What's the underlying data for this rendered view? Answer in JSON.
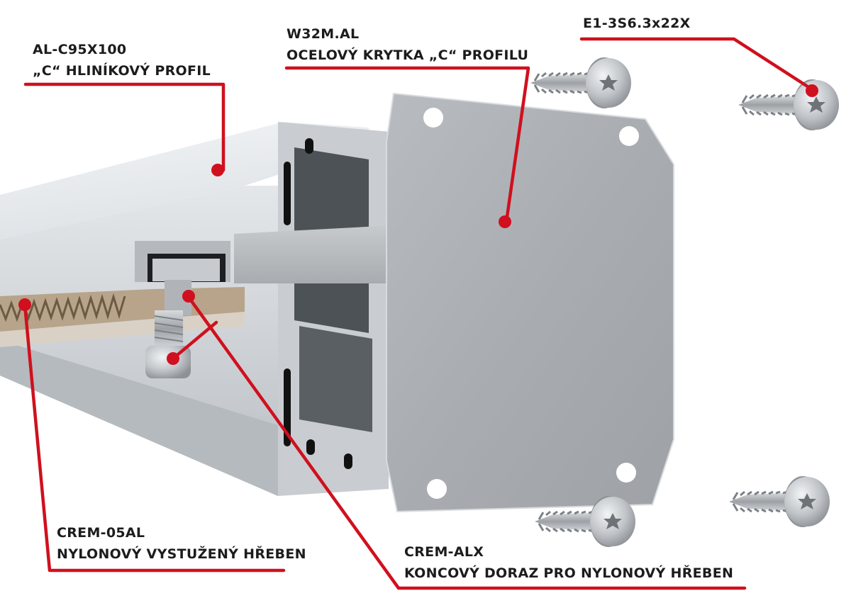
{
  "accent_color": "#d0101e",
  "callouts": [
    {
      "code": "AL-C95X100",
      "description": "„C“ HLINÍKOVÝ PROFIL"
    },
    {
      "code": "W32M.AL",
      "description": "OCELOVÝ KRYTKA „C“ PROFILU"
    },
    {
      "code": "E1-3S6.3x22X",
      "description": ""
    },
    {
      "code": "CREM-05AL",
      "description": "NYLONOVÝ VYSTUŽENÝ HŘEBEN"
    },
    {
      "code": "CREM-ALX",
      "description": "KONCOVÝ DORAZ PRO NYLONOVÝ HŘEBEN"
    }
  ],
  "icons": [
    "torx-screw-icon"
  ]
}
